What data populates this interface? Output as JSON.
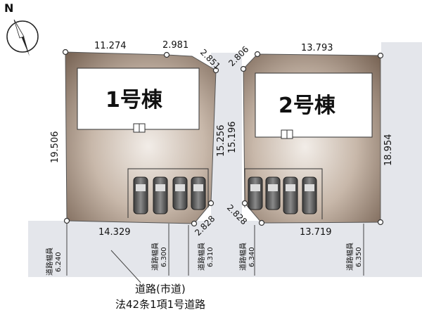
{
  "compass": {
    "letter": "N"
  },
  "lot1": {
    "building_label": "1号棟",
    "top_left_dim": "11.274",
    "top_mid_dim": "2.981",
    "corner_dim_top": "2.851",
    "left_dim": "19.506",
    "right_dim": "15.256",
    "bottom_dim": "14.329",
    "corner_dim_bottom": "2.828"
  },
  "lot2": {
    "building_label": "2号棟",
    "corner_dim_top": "2.806",
    "top_dim": "13.793",
    "left_dim": "15.196",
    "right_dim": "18.954",
    "bottom_dim": "13.719",
    "corner_dim_bottom": "2.828"
  },
  "road_widths": [
    {
      "label": "道路幅員",
      "value": "6.240"
    },
    {
      "label": "道路幅員",
      "value": "6.300"
    },
    {
      "label": "道路幅員",
      "value": "6.310"
    },
    {
      "label": "道路幅員",
      "value": "6.340"
    },
    {
      "label": "道路幅員",
      "value": "6.350"
    }
  ],
  "road_caption": {
    "line1": "道路(市道)",
    "line2": "法42条1項1号道路"
  },
  "colors": {
    "lot_dark": "#7a6657",
    "lot_light": "#efe9e3",
    "road": "#e3e5ea",
    "building": "#ffffff"
  }
}
